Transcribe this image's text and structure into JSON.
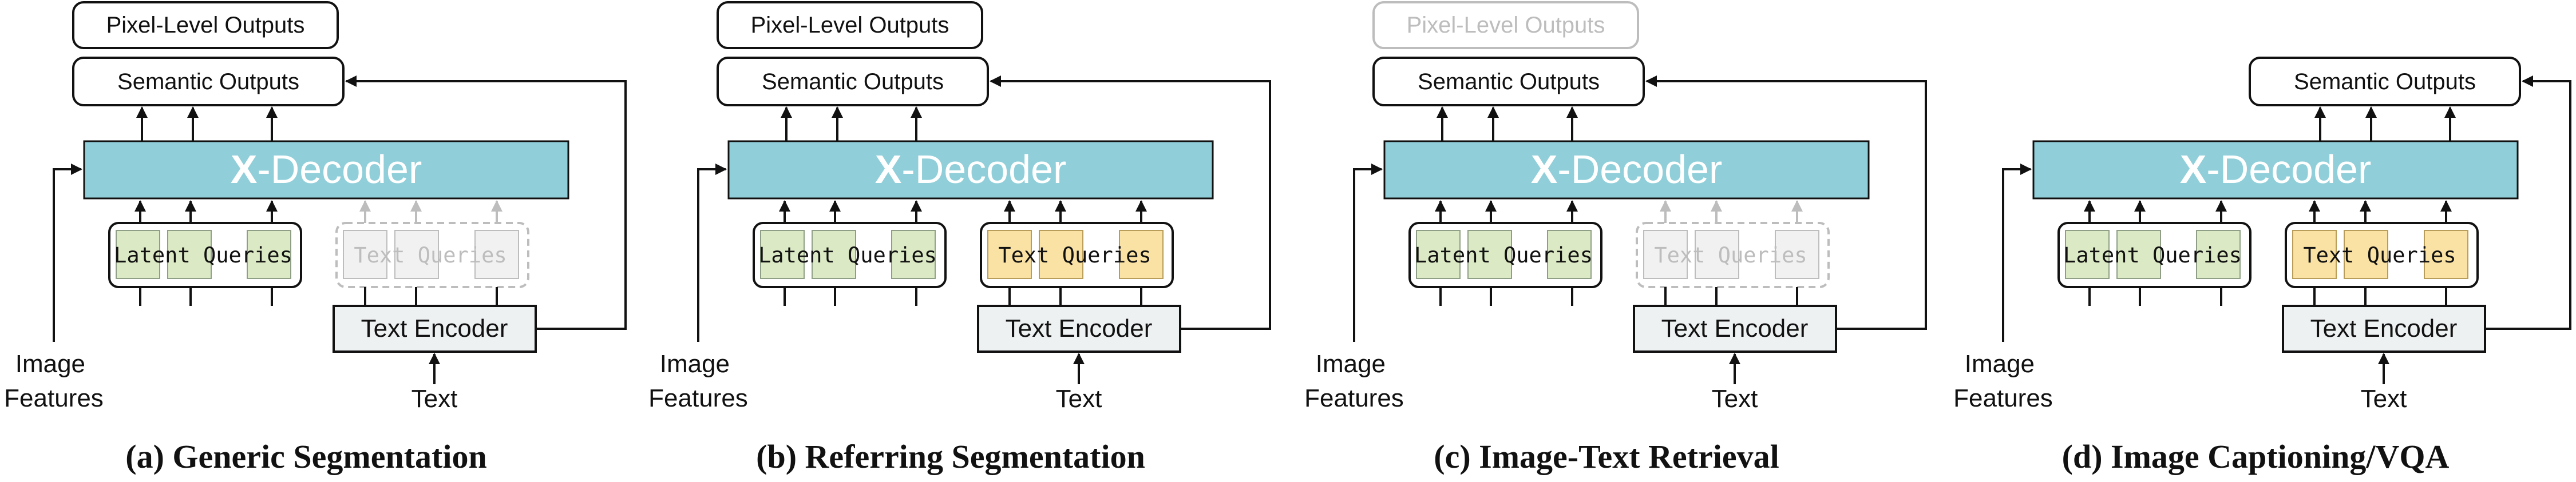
{
  "colors": {
    "decoder": "#90cfd9",
    "latent": "#dbe9c4",
    "text_query": "#f9e2a4",
    "encoder": "#eef1f2",
    "muted": "#bdbdbd",
    "muted_fill": "#f1f1f1",
    "stroke": "#111111"
  },
  "labels": {
    "pixel_outputs": "Pixel-Level Outputs",
    "semantic_outputs": "Semantic Outputs",
    "decoder_x": "X",
    "decoder_rest": "-Decoder",
    "latent_queries": "Latent Queries",
    "text_queries": "Text Queries",
    "text_encoder": "Text Encoder",
    "image_features_line1": "Image",
    "image_features_line2": "Features",
    "text": "Text"
  },
  "panels": [
    {
      "id": "a",
      "caption": "(a) Generic Segmentation",
      "pixel_box": "active",
      "text_query_state": "disabled"
    },
    {
      "id": "b",
      "caption": "(b) Referring Segmentation",
      "pixel_box": "active",
      "text_query_state": "active"
    },
    {
      "id": "c",
      "caption": "(c) Image-Text Retrieval",
      "pixel_box": "disabled",
      "text_query_state": "disabled"
    },
    {
      "id": "d",
      "caption": "(d) Image Captioning/VQA",
      "pixel_box": "hidden",
      "text_query_state": "active"
    }
  ]
}
